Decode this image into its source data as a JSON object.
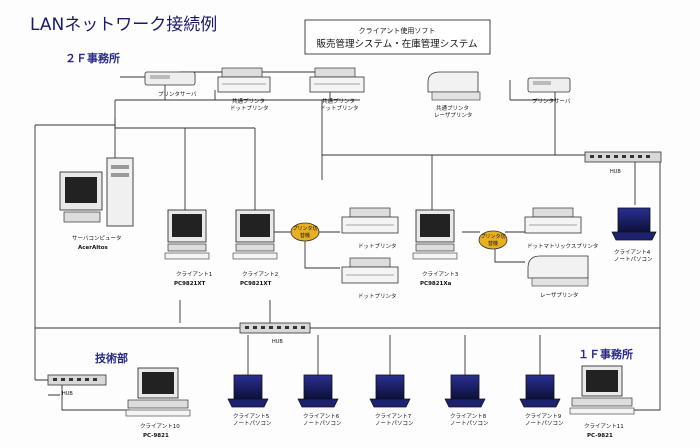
{
  "title": "LANネットワーク接続例",
  "software": {
    "line1": "クライアント使用ソフト",
    "line2": "販売管理システム・在庫管理システム"
  },
  "areas": {
    "office2f": "２Ｆ事務所",
    "tech": "技術部",
    "office1f": "１Ｆ事務所"
  },
  "devices": {
    "print_server_left": "プリンタサーバ",
    "print_server_right": "プリンタサーバ",
    "shared_printer_1": [
      "共通プリンタ",
      "ドットプリンタ"
    ],
    "shared_printer_2": [
      "共通プリンタ",
      "ドットプリンタ"
    ],
    "shared_laser": [
      "共通プリンタ",
      "レーザプリンタ"
    ],
    "server": [
      "サーバコンピュータ",
      "AcerAltos"
    ],
    "hub_top": "HUB",
    "hub_mid": "HUB",
    "hub_left": "HUB",
    "switcher_1": [
      "プリンタ切",
      "替機"
    ],
    "switcher_2": [
      "プリンタ切",
      "替機"
    ],
    "dot_printer_a": "ドットプリンタ",
    "dot_printer_b": "ドットプリンタ",
    "dot_matrix": "ドットマトリックスプリンタ",
    "laser_printer": "レーザプリンタ",
    "client1": [
      "クライアント1",
      "PC9821XT"
    ],
    "client2": [
      "クライアント2",
      "PC9821XT"
    ],
    "client3": [
      "クライアント3",
      "PC9821Xa"
    ],
    "client4": [
      "クライアント4",
      "ノートパソコン"
    ],
    "client5": [
      "クライアント5",
      "ノートパソコン"
    ],
    "client6": [
      "クライアント6",
      "ノートパソコン"
    ],
    "client7": [
      "クライアント7",
      "ノートパソコン"
    ],
    "client8": [
      "クライアント8",
      "ノートパソコン"
    ],
    "client9": [
      "クライアント9",
      "ノートパソコン"
    ],
    "client10": [
      "クライアント10",
      "PC-9821"
    ],
    "client11": [
      "クライアント11",
      "PC-9821"
    ]
  },
  "colors": {
    "title": "#1a1a6a",
    "switcher": "#e8b020",
    "notebook": "#141a5a"
  }
}
